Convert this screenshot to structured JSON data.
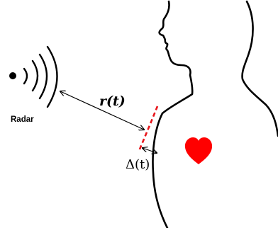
{
  "diagram": {
    "radar_label": "Radar",
    "distance_label": "r(t)",
    "displacement_label": "Δ(t)",
    "colors": {
      "ink": "#000000",
      "heart": "#ff0000",
      "chest_wall": "#e8151b"
    },
    "icons": [
      "radar-icon",
      "heart-icon"
    ]
  }
}
